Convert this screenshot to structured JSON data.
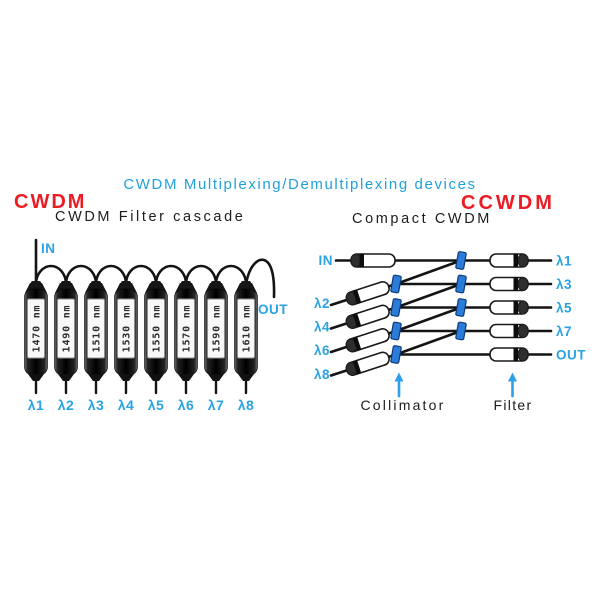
{
  "title": "CWDM Multiplexing/Demultiplexing devices",
  "left_panel": {
    "heading": "CWDM",
    "subtitle": "CWDM Filter cascade",
    "in_label": "IN",
    "out_label": "OUT",
    "filters": [
      {
        "wavelength": "1470 nm",
        "port": "λ1"
      },
      {
        "wavelength": "1490 nm",
        "port": "λ2"
      },
      {
        "wavelength": "1510 nm",
        "port": "λ3"
      },
      {
        "wavelength": "1530 nm",
        "port": "λ4"
      },
      {
        "wavelength": "1550 nm",
        "port": "λ5"
      },
      {
        "wavelength": "1570 nm",
        "port": "λ6"
      },
      {
        "wavelength": "1590 nm",
        "port": "λ7"
      },
      {
        "wavelength": "1610 nm",
        "port": "λ8"
      }
    ]
  },
  "right_panel": {
    "heading": "CCWDM",
    "subtitle": "Compact CWDM",
    "left_ports": [
      "IN",
      "λ2",
      "λ4",
      "λ6",
      "λ8"
    ],
    "right_ports": [
      "λ1",
      "λ3",
      "λ5",
      "λ7",
      "OUT"
    ],
    "legend": {
      "collimator": "Collimator",
      "filter": "Filter"
    }
  },
  "colors": {
    "title_blue": "#21A0DC",
    "label_blue": "#29A3E3",
    "heading_red": "#EC1C24",
    "collimator_blue": "#2B7CD8",
    "line_black": "#141414"
  }
}
